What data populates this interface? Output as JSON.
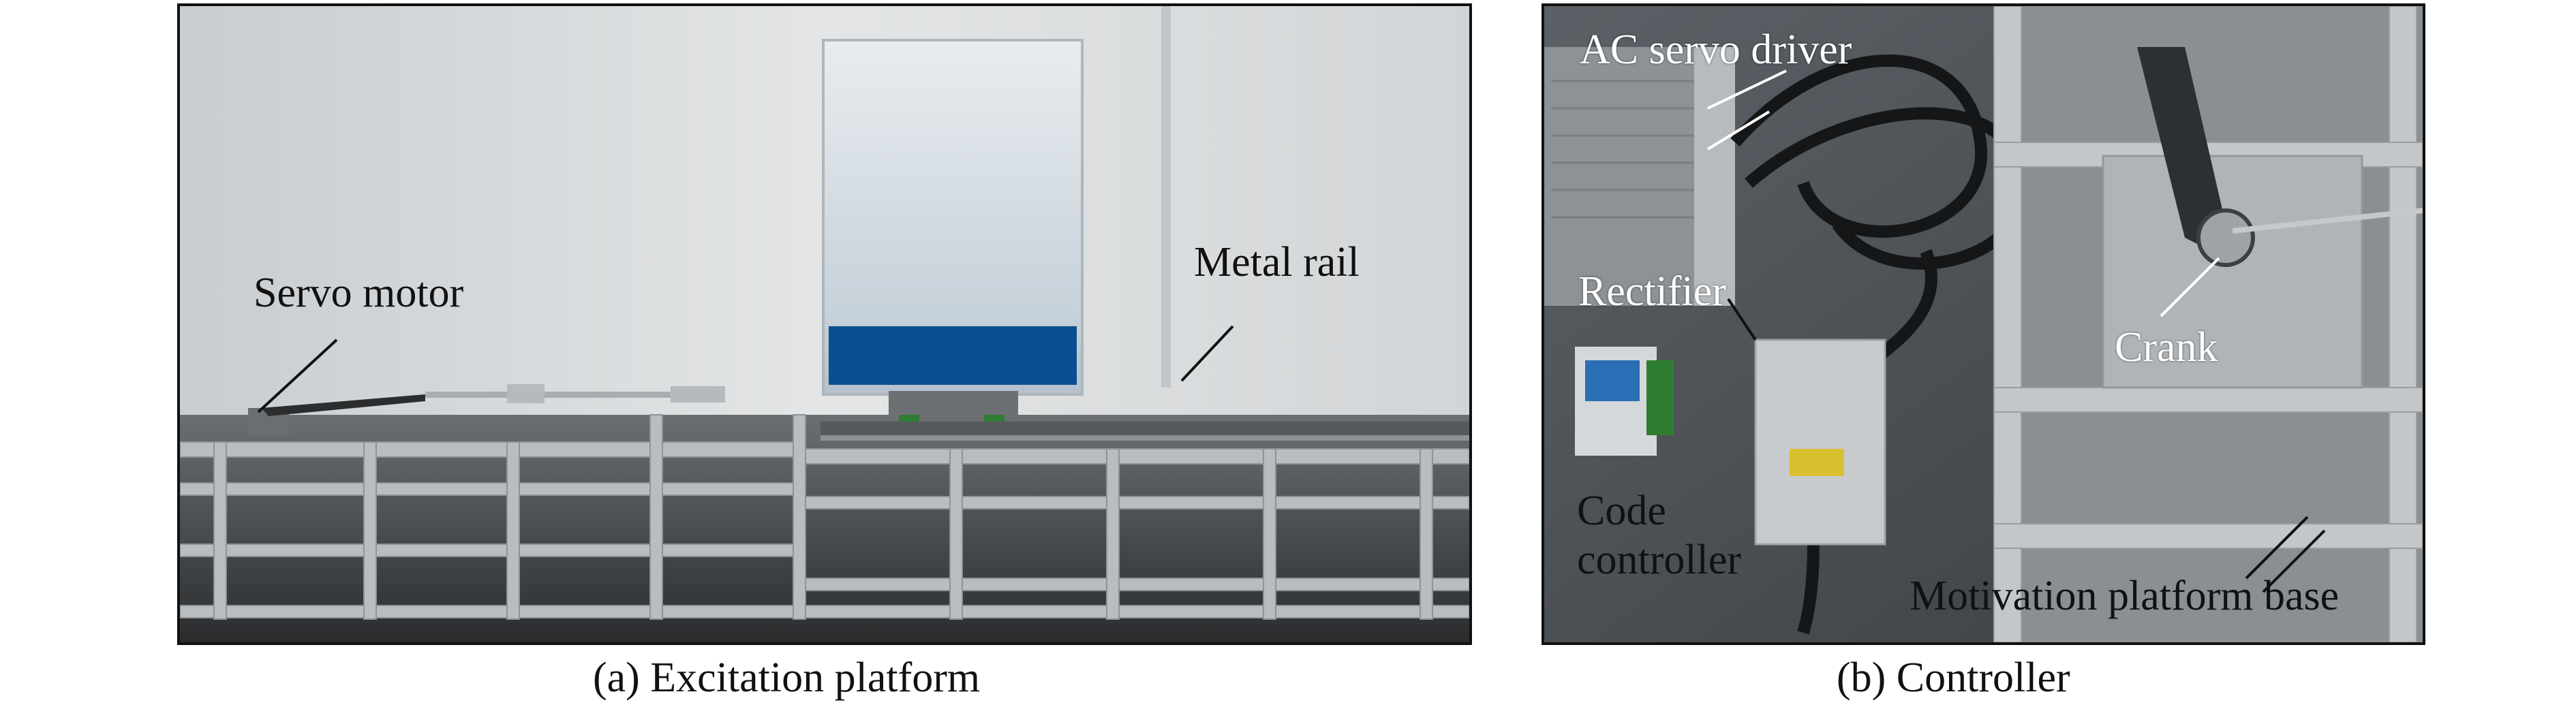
{
  "panels": {
    "a": {
      "caption": "(a) Excitation platform",
      "labels": {
        "servo_motor": "Servo motor",
        "metal_rail": "Metal rail"
      }
    },
    "b": {
      "caption": "(b) Controller",
      "labels": {
        "ac_servo_driver": "AC servo driver",
        "rectifier": "Rectifier",
        "crank": "Crank",
        "code_line1": "Code",
        "code_line2": "controller",
        "motivation_platform_base": "Motivation platform base"
      }
    }
  }
}
